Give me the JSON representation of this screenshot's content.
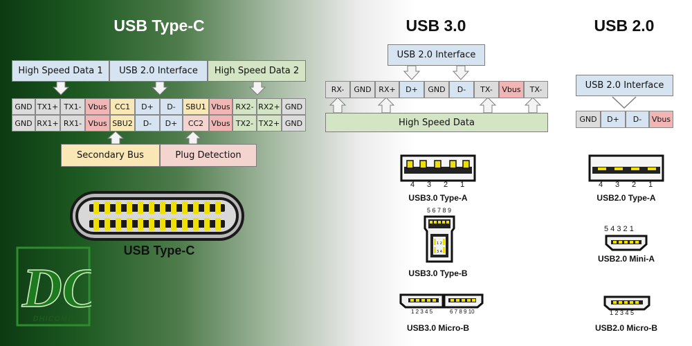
{
  "typec": {
    "title": "USB Type-C",
    "headers": [
      "High Speed Data 1",
      "USB 2.0 Interface",
      "High Speed Data 2"
    ],
    "row1": [
      "GND",
      "TX1+",
      "TX1-",
      "Vbus",
      "CC1",
      "D+",
      "D-",
      "SBU1",
      "Vbus",
      "RX2-",
      "RX2+",
      "GND"
    ],
    "row2": [
      "GND",
      "RX1+",
      "RX1-",
      "Vbus",
      "SBU2",
      "D-",
      "D+",
      "CC2",
      "Vbus",
      "TX2-",
      "TX2+",
      "GND"
    ],
    "secondary_bus": "Secondary Bus",
    "plug_detection": "Plug Detection",
    "connector_caption": "USB Type-C"
  },
  "usb3": {
    "title": "USB 3.0",
    "interface": "USB 2.0 Interface",
    "pins": [
      "RX-",
      "GND",
      "RX+",
      "D+",
      "GND",
      "D-",
      "TX-",
      "Vbus",
      "TX-"
    ],
    "high_speed": "High Speed Data",
    "typea": {
      "numbers": [
        "4",
        "3",
        "2",
        "1"
      ],
      "caption": "USB3.0 Type-A"
    },
    "typeb": {
      "numbers": "5 6 7 8 9",
      "inner1": "1 2",
      "inner2": "3 4",
      "caption": "USB3.0 Type-B"
    },
    "micro": {
      "numbers_left": "1 2 3 4 5",
      "numbers_right": "6 7 8 9 10",
      "caption": "USB3.0 Micro-B"
    }
  },
  "usb2": {
    "title": "USB 2.0",
    "interface": "USB 2.0 Interface",
    "pins": [
      "GND",
      "D+",
      "D-",
      "Vbus"
    ],
    "typea": {
      "numbers": [
        "4",
        "3",
        "2",
        "1"
      ],
      "caption": "USB2.0 Type-A"
    },
    "mini": {
      "numbers": "5 4 3 2 1",
      "caption": "USB2.0 Mini-A"
    },
    "micro": {
      "numbers": "1 2 3 4 5",
      "caption": "USB2.0 Micro-B"
    }
  },
  "logo": {
    "mark": "DC",
    "text": "DHICOMP"
  },
  "colors": {
    "gray": "#dcdcdc",
    "blue": "#d6e4f1",
    "green": "#d3e5c4",
    "red": "#f1b5b5",
    "yellow": "#f9e7b5",
    "pink": "#f3d4cf"
  }
}
